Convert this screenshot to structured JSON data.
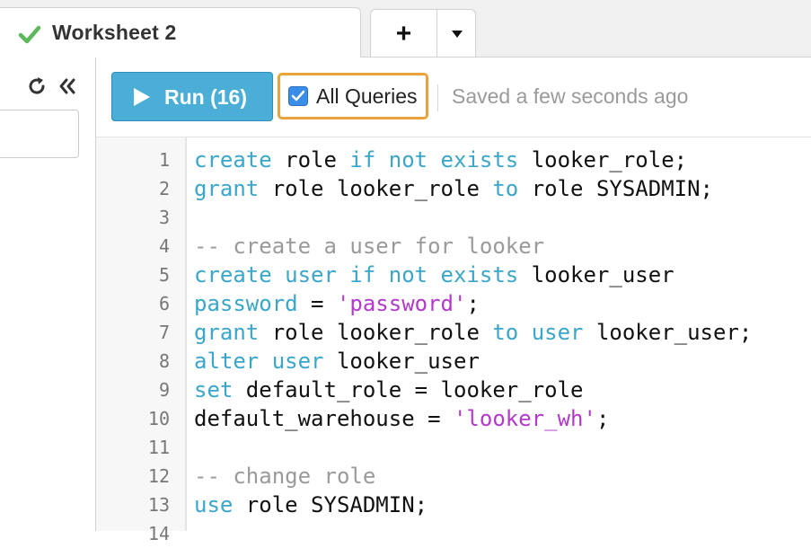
{
  "tabs": {
    "active_title": "Worksheet 2",
    "add_label": "+"
  },
  "toolbar": {
    "run_label": "Run (16)",
    "all_queries_label": "All Queries",
    "all_queries_checked": true,
    "saved_status": "Saved a few seconds ago"
  },
  "colors": {
    "run_button": "#4aaed6",
    "highlight_border": "#e8a33d",
    "keyword": "#3aa6c9",
    "string": "#b239c9",
    "comment": "#9a9a9a",
    "success_check": "#5cb85c"
  },
  "editor": {
    "lines": [
      {
        "n": "1",
        "tokens": [
          [
            "kw",
            "create"
          ],
          [
            "t",
            " role "
          ],
          [
            "kw",
            "if not exists"
          ],
          [
            "t",
            " looker_role;"
          ]
        ]
      },
      {
        "n": "2",
        "tokens": [
          [
            "kw",
            "grant"
          ],
          [
            "t",
            " role looker_role "
          ],
          [
            "kw",
            "to"
          ],
          [
            "t",
            " role SYSADMIN;"
          ]
        ]
      },
      {
        "n": "3",
        "tokens": []
      },
      {
        "n": "4",
        "tokens": [
          [
            "cm",
            "-- create a user for looker"
          ]
        ]
      },
      {
        "n": "5",
        "tokens": [
          [
            "kw",
            "create user if not exists"
          ],
          [
            "t",
            " looker_user"
          ]
        ]
      },
      {
        "n": "6",
        "tokens": [
          [
            "kw",
            "password"
          ],
          [
            "t",
            " = "
          ],
          [
            "str",
            "'password'"
          ],
          [
            "t",
            ";"
          ]
        ]
      },
      {
        "n": "7",
        "tokens": [
          [
            "kw",
            "grant"
          ],
          [
            "t",
            " role looker_role "
          ],
          [
            "kw",
            "to user"
          ],
          [
            "t",
            " looker_user;"
          ]
        ]
      },
      {
        "n": "8",
        "tokens": [
          [
            "kw",
            "alter user"
          ],
          [
            "t",
            " looker_user"
          ]
        ]
      },
      {
        "n": "9",
        "tokens": [
          [
            "kw",
            "set"
          ],
          [
            "t",
            " default_role = looker_role"
          ]
        ]
      },
      {
        "n": "10",
        "tokens": [
          [
            "t",
            "default_warehouse = "
          ],
          [
            "str",
            "'looker_wh'"
          ],
          [
            "t",
            ";"
          ]
        ]
      },
      {
        "n": "11",
        "tokens": []
      },
      {
        "n": "12",
        "tokens": [
          [
            "cm",
            "-- change role"
          ]
        ]
      },
      {
        "n": "13",
        "tokens": [
          [
            "kw",
            "use"
          ],
          [
            "t",
            " role SYSADMIN;"
          ]
        ]
      },
      {
        "n": "14",
        "tokens": []
      }
    ]
  }
}
